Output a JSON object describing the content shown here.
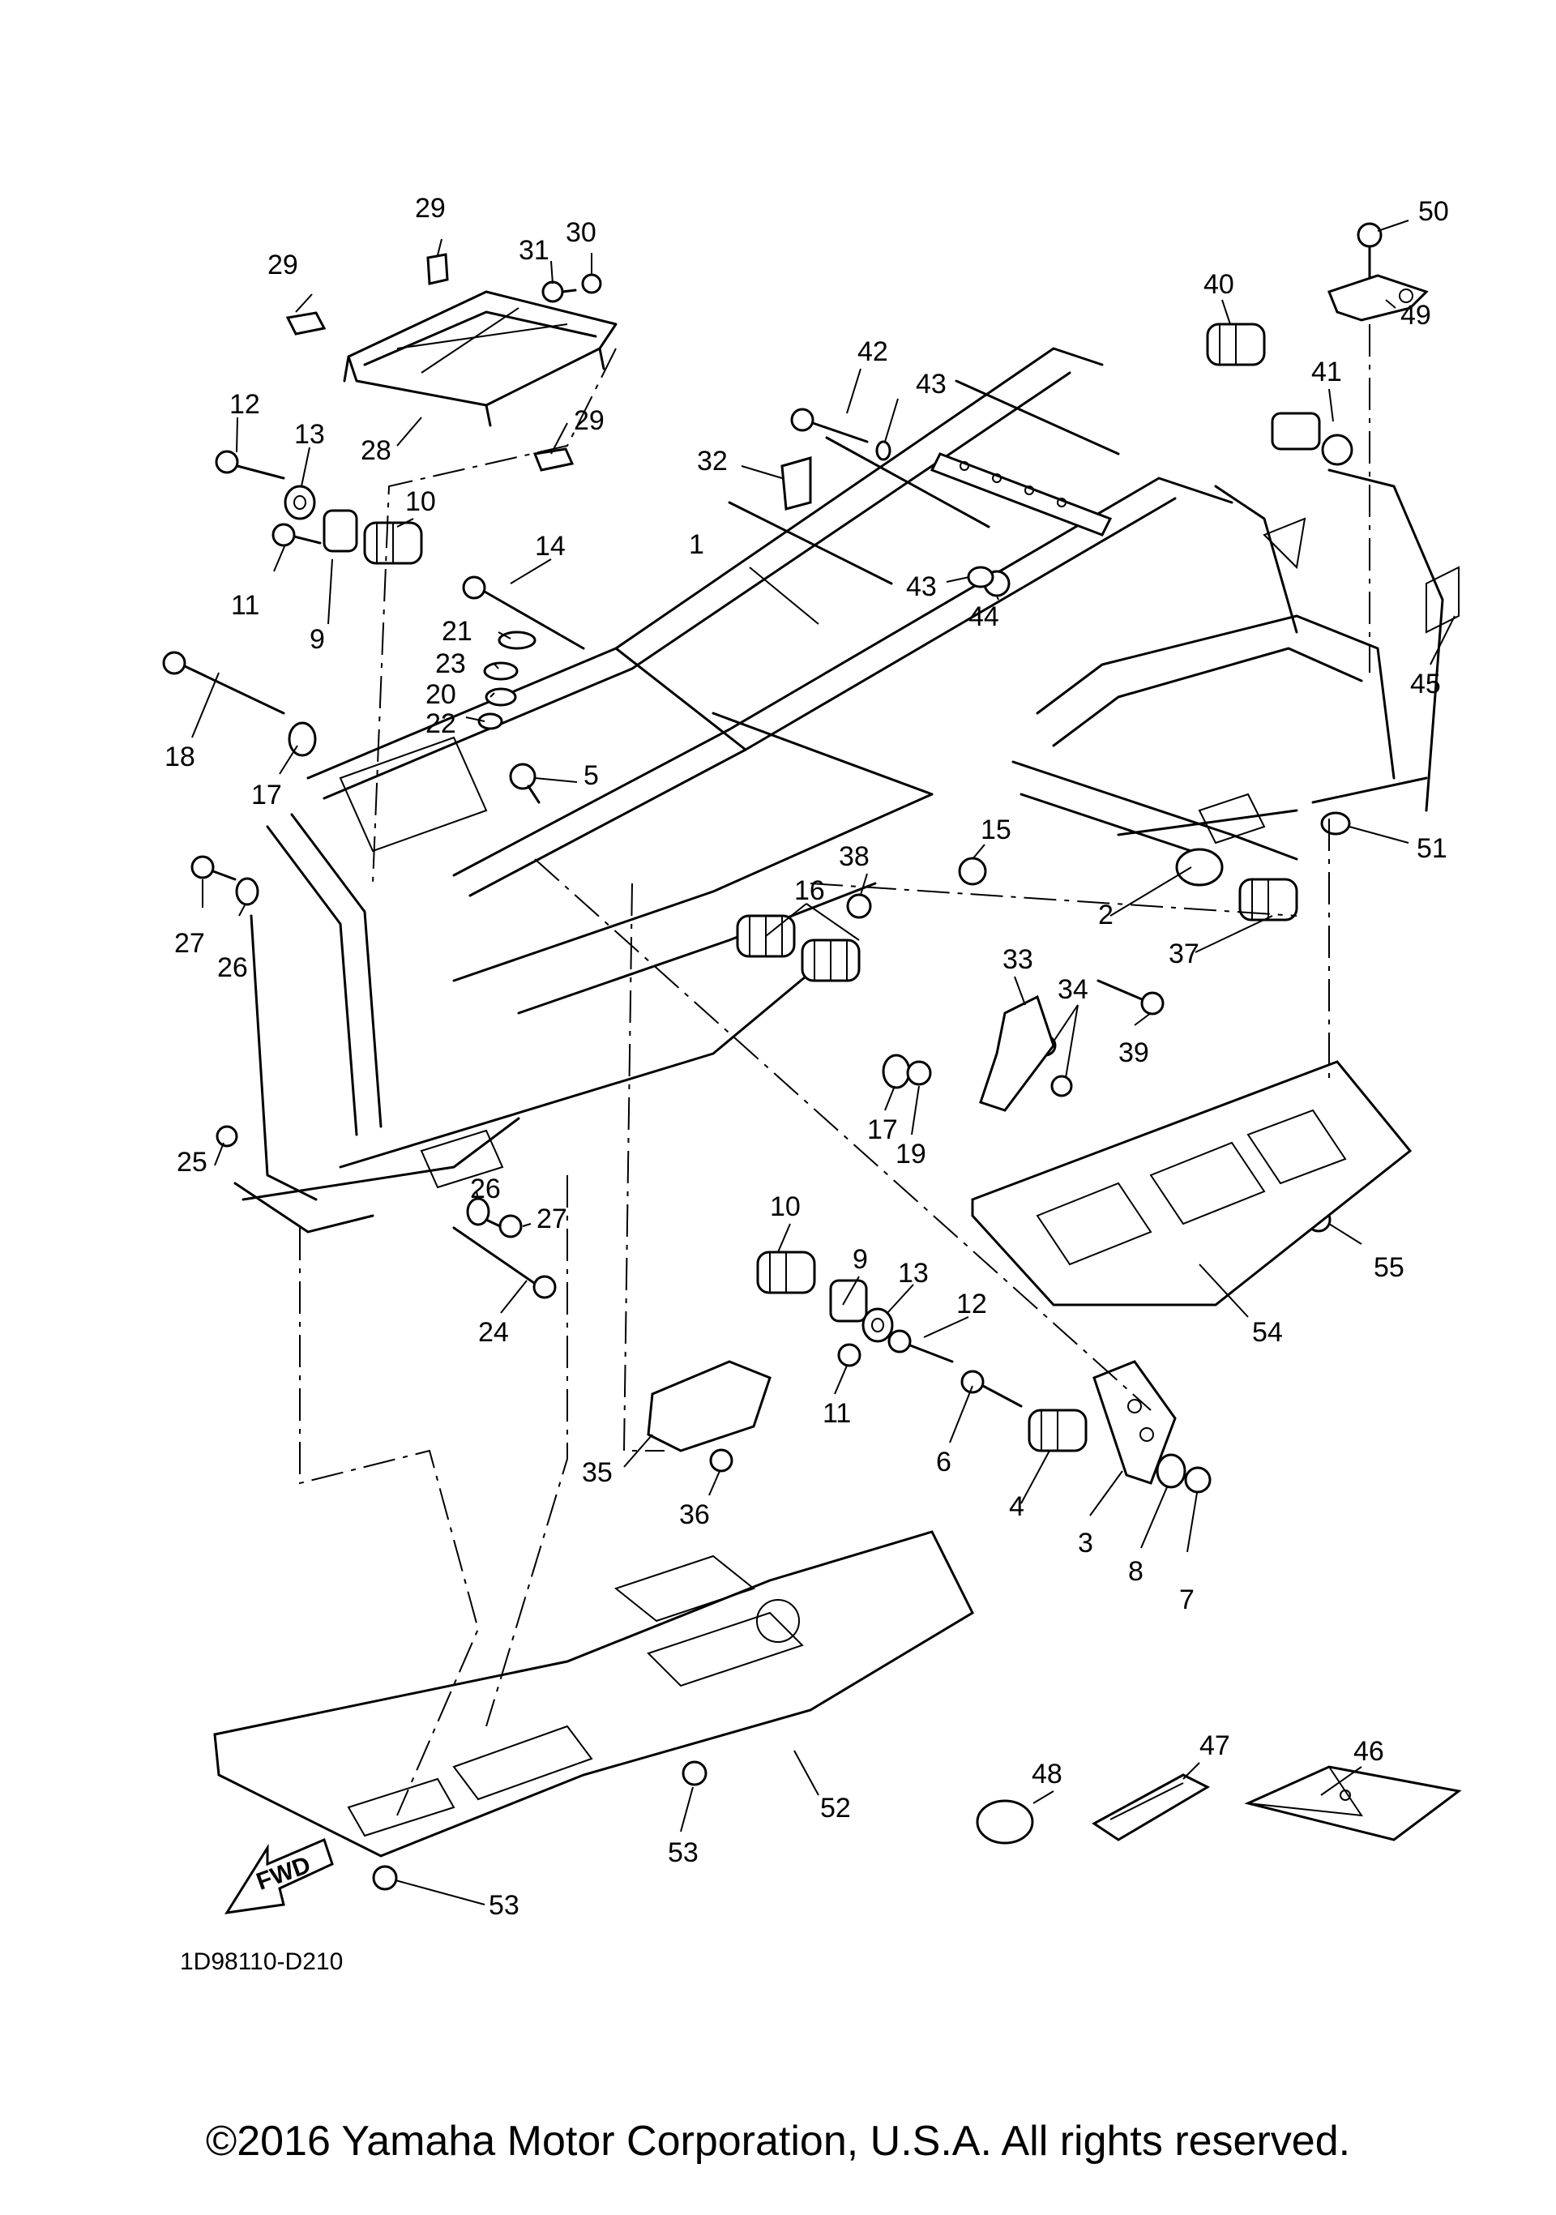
{
  "diagram": {
    "code": "1D98110-D210",
    "fwd_label": "FWD",
    "callouts": [
      {
        "id": "c1",
        "text": "1"
      },
      {
        "id": "c2",
        "text": "2"
      },
      {
        "id": "c3",
        "text": "3"
      },
      {
        "id": "c4",
        "text": "4"
      },
      {
        "id": "c5",
        "text": "5"
      },
      {
        "id": "c6",
        "text": "6"
      },
      {
        "id": "c7",
        "text": "7"
      },
      {
        "id": "c8",
        "text": "8"
      },
      {
        "id": "c9a",
        "text": "9"
      },
      {
        "id": "c9b",
        "text": "9"
      },
      {
        "id": "c10a",
        "text": "10"
      },
      {
        "id": "c10b",
        "text": "10"
      },
      {
        "id": "c11a",
        "text": "11"
      },
      {
        "id": "c11b",
        "text": "11"
      },
      {
        "id": "c12a",
        "text": "12"
      },
      {
        "id": "c12b",
        "text": "12"
      },
      {
        "id": "c13a",
        "text": "13"
      },
      {
        "id": "c13b",
        "text": "13"
      },
      {
        "id": "c14",
        "text": "14"
      },
      {
        "id": "c15",
        "text": "15"
      },
      {
        "id": "c16",
        "text": "16"
      },
      {
        "id": "c17a",
        "text": "17"
      },
      {
        "id": "c17b",
        "text": "17"
      },
      {
        "id": "c18",
        "text": "18"
      },
      {
        "id": "c19",
        "text": "19"
      },
      {
        "id": "c20",
        "text": "20"
      },
      {
        "id": "c21",
        "text": "21"
      },
      {
        "id": "c22",
        "text": "22"
      },
      {
        "id": "c23",
        "text": "23"
      },
      {
        "id": "c24",
        "text": "24"
      },
      {
        "id": "c25",
        "text": "25"
      },
      {
        "id": "c26a",
        "text": "26"
      },
      {
        "id": "c26b",
        "text": "26"
      },
      {
        "id": "c27a",
        "text": "27"
      },
      {
        "id": "c27b",
        "text": "27"
      },
      {
        "id": "c28",
        "text": "28"
      },
      {
        "id": "c29a",
        "text": "29"
      },
      {
        "id": "c29b",
        "text": "29"
      },
      {
        "id": "c29c",
        "text": "29"
      },
      {
        "id": "c30",
        "text": "30"
      },
      {
        "id": "c31",
        "text": "31"
      },
      {
        "id": "c32",
        "text": "32"
      },
      {
        "id": "c33",
        "text": "33"
      },
      {
        "id": "c34",
        "text": "34"
      },
      {
        "id": "c35",
        "text": "35"
      },
      {
        "id": "c36",
        "text": "36"
      },
      {
        "id": "c37",
        "text": "37"
      },
      {
        "id": "c38",
        "text": "38"
      },
      {
        "id": "c39",
        "text": "39"
      },
      {
        "id": "c40",
        "text": "40"
      },
      {
        "id": "c41",
        "text": "41"
      },
      {
        "id": "c42",
        "text": "42"
      },
      {
        "id": "c43a",
        "text": "43"
      },
      {
        "id": "c43b",
        "text": "43"
      },
      {
        "id": "c44",
        "text": "44"
      },
      {
        "id": "c45",
        "text": "45"
      },
      {
        "id": "c46",
        "text": "46"
      },
      {
        "id": "c47",
        "text": "47"
      },
      {
        "id": "c48",
        "text": "48"
      },
      {
        "id": "c49",
        "text": "49"
      },
      {
        "id": "c50",
        "text": "50"
      },
      {
        "id": "c51",
        "text": "51"
      },
      {
        "id": "c52",
        "text": "52"
      },
      {
        "id": "c53a",
        "text": "53"
      },
      {
        "id": "c53b",
        "text": "53"
      },
      {
        "id": "c54",
        "text": "54"
      },
      {
        "id": "c55",
        "text": "55"
      }
    ]
  },
  "footer": {
    "copyright": "©2016 Yamaha Motor Corporation, U.S.A. All rights reserved."
  }
}
